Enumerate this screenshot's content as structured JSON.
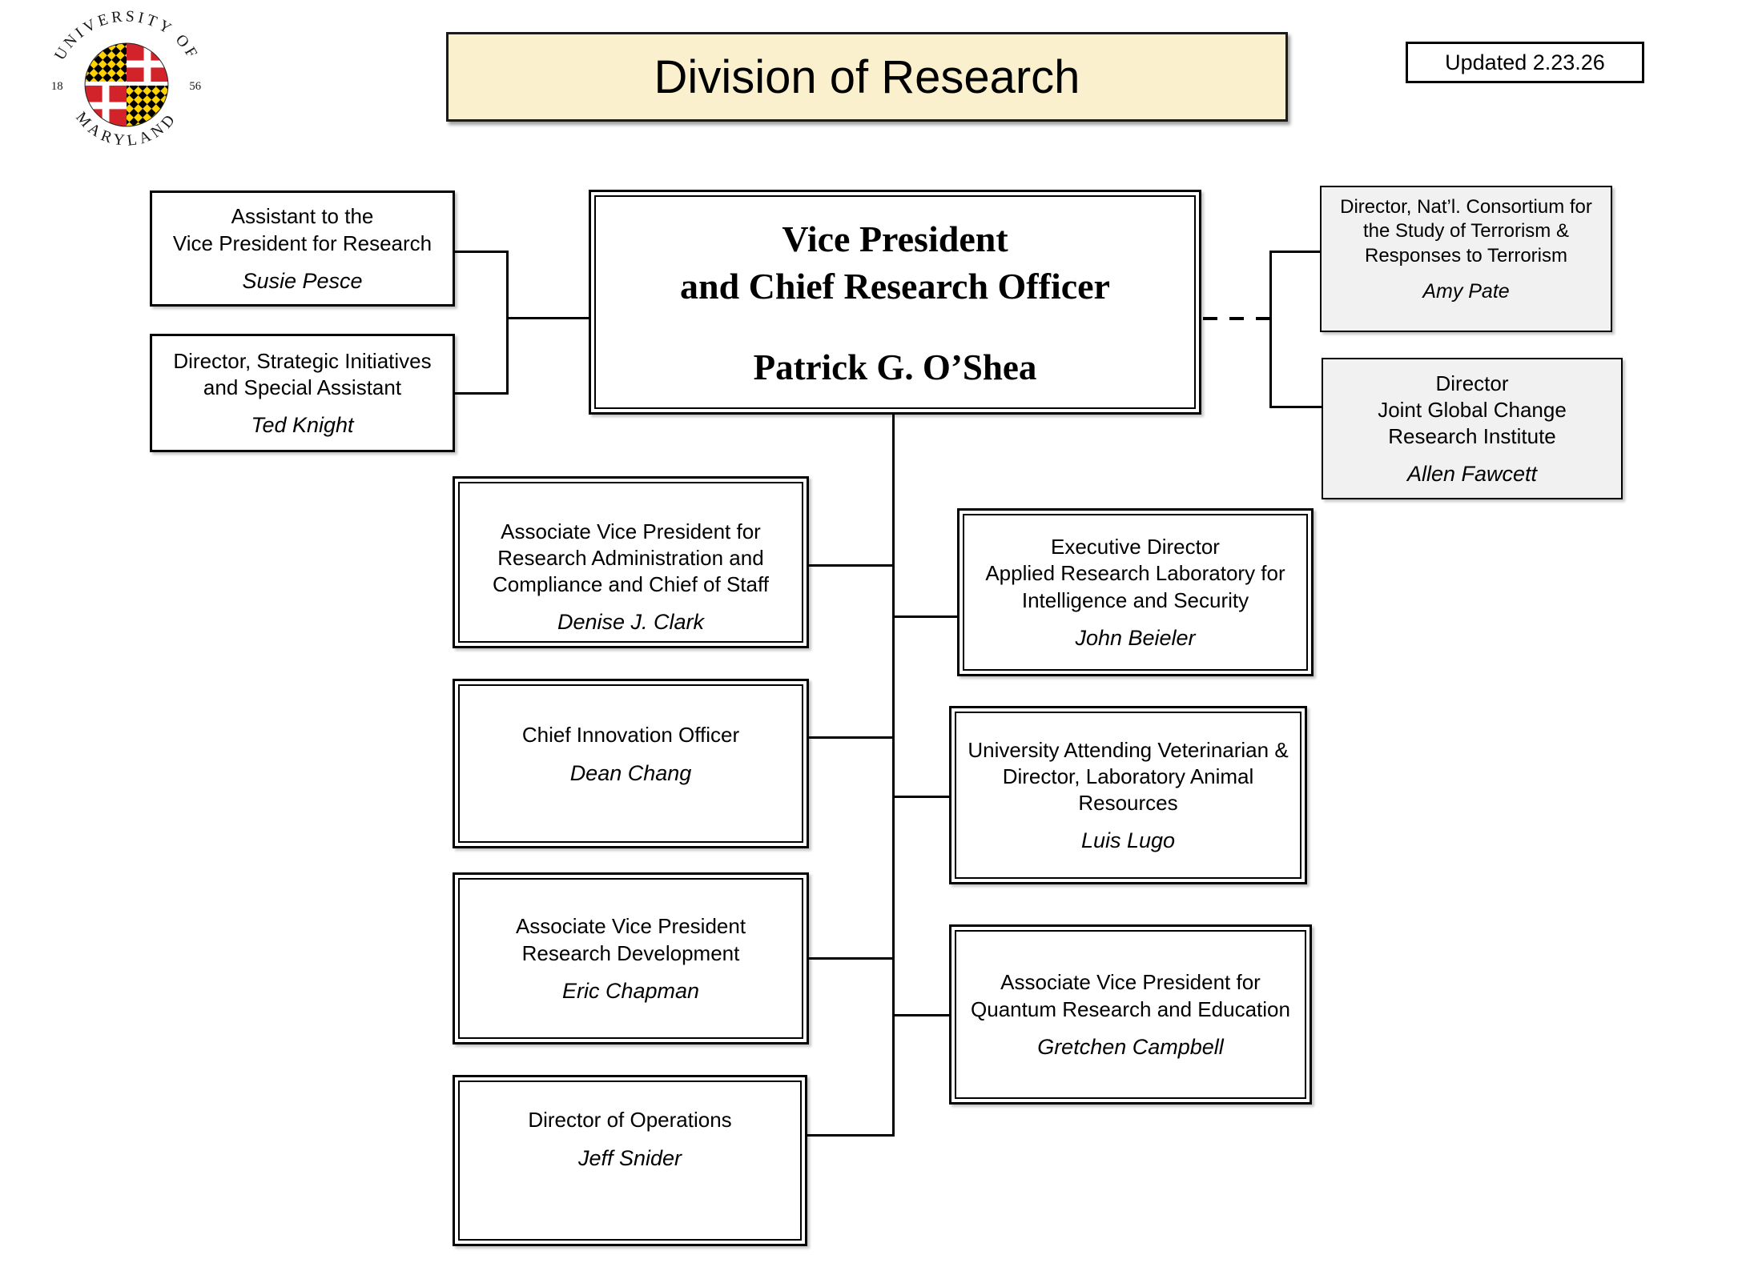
{
  "header": {
    "title": "Division of Research",
    "updated": "Updated 2.23.26"
  },
  "colors": {
    "title_banner_bg": "#FBF0CE",
    "affiliate_box_bg": "#F1F1F1",
    "line_color": "#000000"
  },
  "logo": {
    "arc_top": "UNIVERSITY OF",
    "arc_bottom": "MARYLAND",
    "year_left": "18",
    "year_right": "56"
  },
  "org": {
    "root": {
      "role": "Vice President\nand Chief Research Officer",
      "name": "Patrick G. O’Shea"
    },
    "susie": {
      "role": "Assistant to the\nVice President for Research",
      "name": "Susie Pesce"
    },
    "ted": {
      "role": "Director, Strategic Initiatives\nand Special Assistant",
      "name": "Ted Knight"
    },
    "amy": {
      "role": "Director, Nat’l. Consortium for\nthe Study of Terrorism &\nResponses to Terrorism",
      "name": "Amy Pate"
    },
    "allen": {
      "role": "Director\nJoint Global Change\nResearch Institute",
      "name": "Allen Fawcett"
    },
    "denise": {
      "role": "Associate Vice President for\nResearch Administration and\nCompliance and Chief of Staff",
      "name": "Denise J. Clark"
    },
    "dean": {
      "role": "Chief Innovation Officer",
      "name": "Dean Chang"
    },
    "eric": {
      "role": "Associate Vice President\nResearch Development",
      "name": "Eric Chapman"
    },
    "jeff": {
      "role": "Director of Operations",
      "name": "Jeff Snider"
    },
    "john": {
      "role": "Executive Director\nApplied Research Laboratory for\nIntelligence and Security",
      "name": "John Beieler"
    },
    "luis": {
      "role": "University Attending Veterinarian &\nDirector, Laboratory Animal\nResources",
      "name": "Luis Lugo"
    },
    "gretchen": {
      "role": "Associate Vice President for\nQuantum Research and Education",
      "name": "Gretchen Campbell"
    }
  }
}
